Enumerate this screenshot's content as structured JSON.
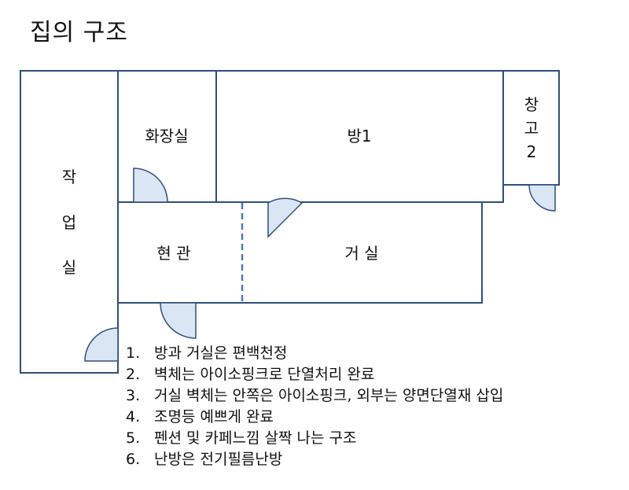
{
  "title": "집의 구조",
  "rooms": {
    "workshop": [
      "작",
      "업",
      "실"
    ],
    "bathroom": "화장실",
    "room1": "방1",
    "storage": [
      "창",
      "고",
      "2"
    ],
    "entrance": "현 관",
    "living_room": "거 실"
  },
  "notes": [
    {
      "num": "1.",
      "text": "방과 거실은 편백천정"
    },
    {
      "num": "2.",
      "text": "벽체는 아이소핑크로 단열처리 완료"
    },
    {
      "num": "3.",
      "text": "거실 벽체는 안쪽은 아이소핑크, 외부는 양면단열재 삽입"
    },
    {
      "num": "4.",
      "text": "조명등 예쁘게 완료"
    },
    {
      "num": "5.",
      "text": "펜션 및 카페느낌 살짝 나는 구조"
    },
    {
      "num": "6.",
      "text": "난방은 전기필름난방"
    }
  ],
  "colors": {
    "wall": "#2e4f7d",
    "door_fill": "#dbe6f4",
    "divider": "#4f79b4"
  }
}
